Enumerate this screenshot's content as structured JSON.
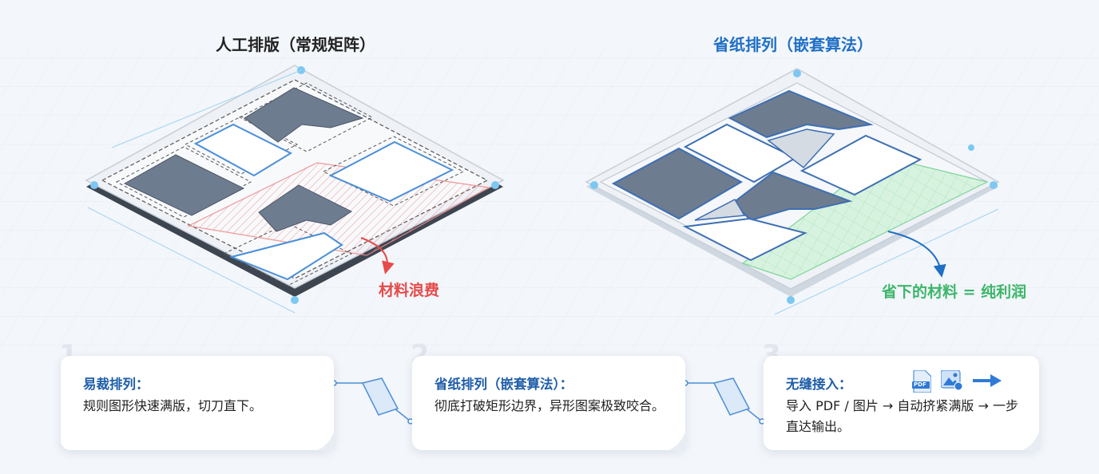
{
  "headings": {
    "left": "人工排版（常规矩阵）",
    "right": "省纸排列（嵌套算法）"
  },
  "labels": {
    "waste": "材料浪费",
    "profit": "省下的材料 = 纯利润"
  },
  "steps": [
    {
      "number": "1",
      "title": "易裁排列：",
      "desc": "规则图形快速满版，切刀直下。"
    },
    {
      "number": "2",
      "title": "省纸排列（嵌套算法）：",
      "desc": "彻底打破矩形边界，异形图案极致咬合。"
    },
    {
      "number": "3",
      "title": "无缝接入：",
      "desc": "导入 PDF / 图片 → 自动挤紧满版 → 一步直达输出。",
      "badge_pdf": "PDF"
    }
  ],
  "colors": {
    "accent": "#1f6fc5",
    "waste": "#e64a4a",
    "profit": "#3cb66a",
    "dark_part": "#6e7c90"
  }
}
